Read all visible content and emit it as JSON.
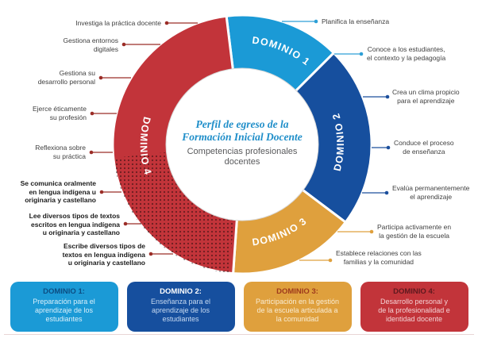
{
  "center": {
    "title_line1": "Perfil de egreso de la",
    "title_line2": "Formación Inicial Docente",
    "subtitle_line1": "Competencias profesionales",
    "subtitle_line2": "docentes"
  },
  "donut": {
    "segments": [
      {
        "label": "DOMINIO 1",
        "color": "#1b9ad6",
        "start_deg": -7,
        "end_deg": 45,
        "dotted": false
      },
      {
        "label": "DOMINIO 2",
        "color": "#164f9e",
        "start_deg": 45,
        "end_deg": 127,
        "dotted": false
      },
      {
        "label": "DOMINIO 3",
        "color": "#dfa03d",
        "start_deg": 127,
        "end_deg": 184,
        "dotted": false
      },
      {
        "label": "DOMINIO 4",
        "color": "#c2343a",
        "start_deg": 184,
        "end_deg": 353,
        "dotted": true
      }
    ]
  },
  "left_labels": [
    {
      "lines": [
        "Investiga la práctica docente"
      ],
      "bold": false
    },
    {
      "lines": [
        "Gestiona entornos",
        "digitales"
      ],
      "bold": false
    },
    {
      "lines": [
        "Gestiona su",
        "desarrollo personal"
      ],
      "bold": false
    },
    {
      "lines": [
        "Ejerce éticamente",
        "su profesión"
      ],
      "bold": false
    },
    {
      "lines": [
        "Reflexiona sobre",
        "su práctica"
      ],
      "bold": false
    },
    {
      "lines": [
        "Se comunica oralmente",
        "en lengua indígena u",
        "originaria y castellano"
      ],
      "bold": true
    },
    {
      "lines": [
        "Lee diversos tipos de textos",
        "escritos en lengua indígena",
        "u originaria y castellano"
      ],
      "bold": true
    },
    {
      "lines": [
        "Escribe diversos tipos de",
        "textos en lengua indígena",
        "u originaria y castellano"
      ],
      "bold": true
    }
  ],
  "right_labels": [
    {
      "lines": [
        "Planifica la enseñanza"
      ]
    },
    {
      "lines": [
        "Conoce a los estudiantes,",
        "el contexto y la pedagogía"
      ]
    },
    {
      "lines": [
        "Crea un clima propicio",
        "para el aprendizaje"
      ]
    },
    {
      "lines": [
        "Conduce el proceso",
        "de enseñanza"
      ]
    },
    {
      "lines": [
        "Evalúa permanentemente",
        "el aprendizaje"
      ]
    },
    {
      "lines": [
        "Participa activamente en",
        "la gestión de la escuela"
      ]
    },
    {
      "lines": [
        "Establece relaciones con las",
        "familias y la comunidad"
      ]
    }
  ],
  "legend_boxes": [
    {
      "title": "DOMINIO 1:",
      "lines": [
        "Preparación para el",
        "aprendizaje de los",
        "estudiantes"
      ],
      "bg": "#1b9ad6"
    },
    {
      "title": "DOMINIO 2:",
      "lines": [
        "Enseñanza para el",
        "aprendizaje de los",
        "estudiantes"
      ],
      "bg": "#164f9e"
    },
    {
      "title": "DOMINIO 3:",
      "lines": [
        "Participación en la gestión",
        "de la escuela articulada a",
        "la comunidad"
      ],
      "bg": "#dfa03d"
    },
    {
      "title": "DOMINIO 4:",
      "lines": [
        "Desarrollo personal y",
        "de la profesionalidad e",
        "identidad docente"
      ],
      "bg": "#c2343a"
    }
  ],
  "colors": {
    "dominio1": "#1b9ad6",
    "dominio2": "#164f9e",
    "dominio3": "#dfa03d",
    "dominio4": "#c2343a",
    "left_connector": "#9b2d27",
    "right_connector_light_blue": "#2d9fd6",
    "right_connector_dark_blue": "#1c4f9c",
    "right_connector_orange": "#dfa03d",
    "center_title": "#1f8ec9",
    "center_subtitle": "#58595b"
  }
}
